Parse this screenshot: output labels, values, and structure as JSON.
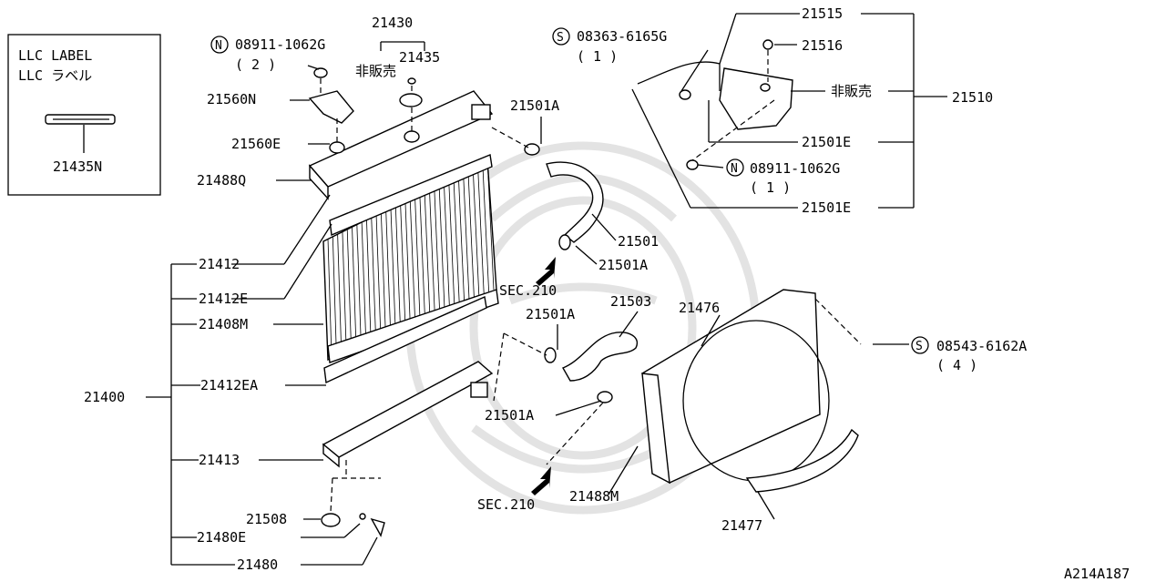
{
  "inset": {
    "line1": "LLC LABEL",
    "line2": "LLC ラベル",
    "part": "21435N"
  },
  "labels": {
    "p21430": "21430",
    "p21435": "21435",
    "hanbai1": "非販売",
    "n_bolt_a": "08911-1062G",
    "n_bolt_a_qty": "( 2 )",
    "p21560N": "21560N",
    "p21560E": "21560E",
    "p21488Q": "21488Q",
    "p21412": "21412",
    "p21412E": "21412E",
    "p21408M": "21408M",
    "p21412EA": "21412EA",
    "p21400": "21400",
    "p21413": "21413",
    "p21508": "21508",
    "p21480E": "21480E",
    "p21480": "21480",
    "p21501A_top": "21501A",
    "p21501": "21501",
    "p21501A_mid": "21501A",
    "sec210_top": "SEC.210",
    "p21501A_low": "21501A",
    "p21503": "21503",
    "p21476": "21476",
    "p21501A_bot": "21501A",
    "p21488M": "21488M",
    "sec210_bot": "SEC.210",
    "p21477": "21477",
    "s_bolt_a": "08363-6165G",
    "s_bolt_a_qty": "( 1 )",
    "p21515": "21515",
    "p21516": "21516",
    "hanbai2": "非販売",
    "p21510": "21510",
    "p21501E_a": "21501E",
    "n_bolt_b": "08911-1062G",
    "n_bolt_b_qty": "( 1 )",
    "p21501E_b": "21501E",
    "s_bolt_b": "08543-6162A",
    "s_bolt_b_qty": "( 4 )",
    "diagram_id": "A214A187",
    "mark_N": "N",
    "mark_S": "S"
  }
}
